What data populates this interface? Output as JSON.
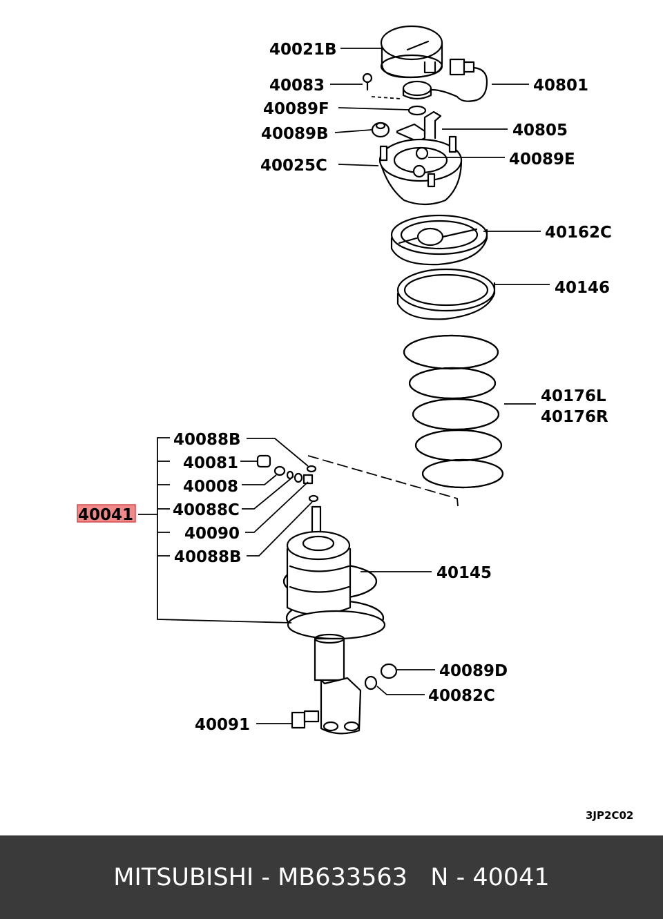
{
  "diagram": {
    "labels": {
      "p40021B": "40021B",
      "p40083": "40083",
      "p40801": "40801",
      "p40089F": "40089F",
      "p40089B": "40089B",
      "p40805": "40805",
      "p40025C": "40025C",
      "p40089E": "40089E",
      "p40162C": "40162C",
      "p40146": "40146",
      "p40176L": "40176L",
      "p40176R": "40176R",
      "p40088B_top": "40088B",
      "p40081": "40081",
      "p40008": "40008",
      "p40041": "40041",
      "p40088C": "40088C",
      "p40090": "40090",
      "p40088B_bot": "40088B",
      "p40145": "40145",
      "p40089D": "40089D",
      "p40082C": "40082C",
      "p40091": "40091"
    },
    "highlighted_label": "40041",
    "highlight_color": "#f08a8a",
    "drawing_code": "3JP2C02"
  },
  "footer": {
    "text": "MITSUBISHI - MB633563   N - 40041",
    "background": "#3a3a3a",
    "color": "#ffffff"
  }
}
